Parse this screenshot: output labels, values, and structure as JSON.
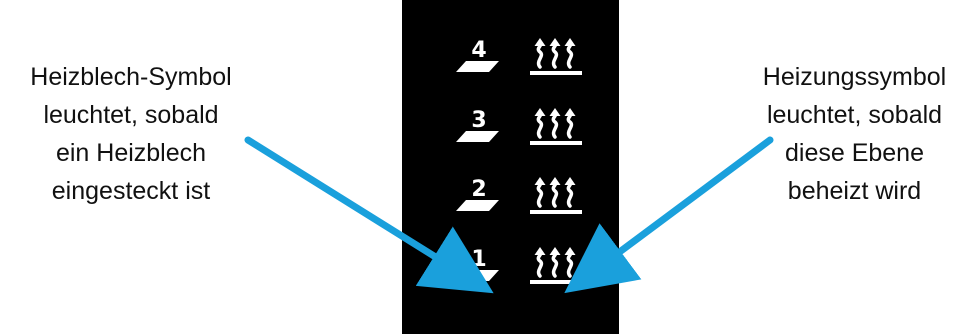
{
  "left_annotation": {
    "lines": [
      "Heizblech-Symbol",
      "leuchtet, sobald",
      "ein Heizblech",
      "eingesteckt ist"
    ]
  },
  "right_annotation": {
    "lines": [
      "Heizungssymbol",
      "leuchtet, sobald",
      "diese Ebene",
      "beheizt wird"
    ]
  },
  "levels": [
    {
      "number": "4",
      "tray_icon": "heating-tray-icon",
      "heat_icon": "heating-icon"
    },
    {
      "number": "3",
      "tray_icon": "heating-tray-icon",
      "heat_icon": "heating-icon"
    },
    {
      "number": "2",
      "tray_icon": "heating-tray-icon",
      "heat_icon": "heating-icon"
    },
    {
      "number": "1",
      "tray_icon": "heating-tray-icon",
      "heat_icon": "heating-icon"
    }
  ],
  "colors": {
    "panel": "#000000",
    "symbols": "#ffffff",
    "arrow": "#1aa0dc",
    "text": "#111111"
  }
}
